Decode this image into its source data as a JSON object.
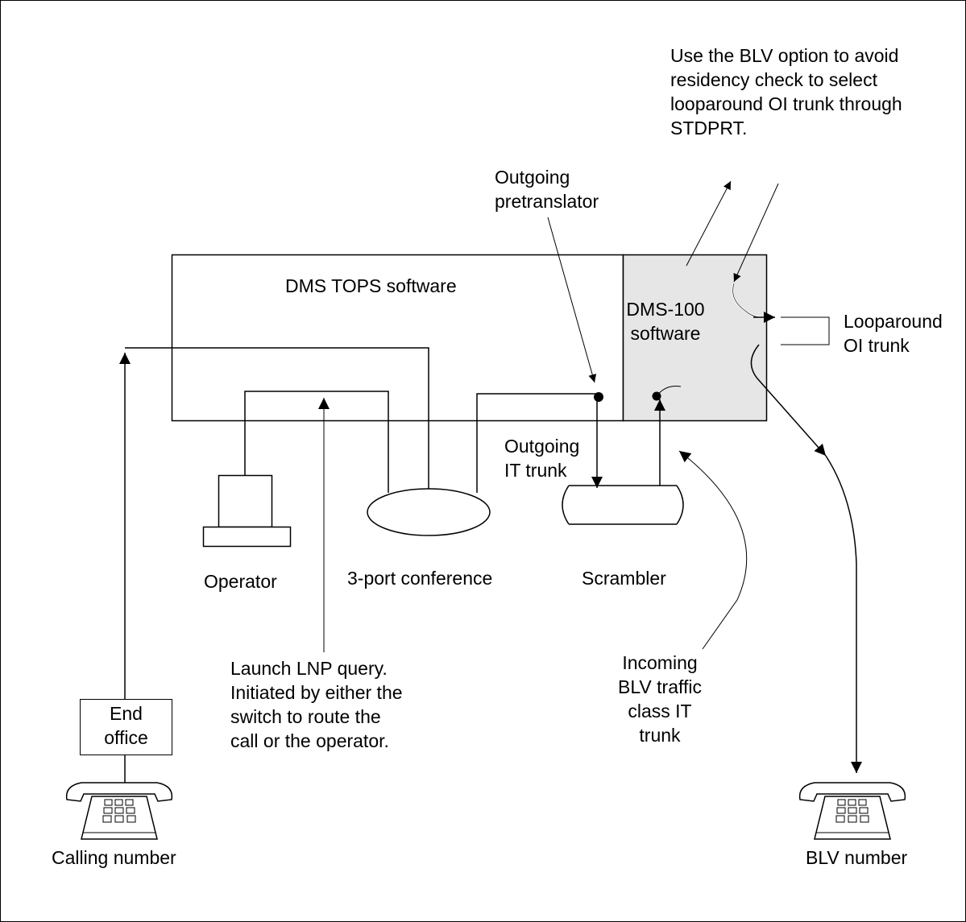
{
  "labels": {
    "blv_note": "Use the BLV option to avoid\nresidency check to select\nlooparound OI trunk through\nSTDPRT.",
    "outgoing_pretranslator": "Outgoing\npretranslator",
    "dms_tops": "DMS TOPS software",
    "dms100": "DMS-100\nsoftware",
    "looparound_oi_trunk": "Looparound\nOI trunk",
    "outgoing_it_trunk": "Outgoing\nIT trunk",
    "operator": "Operator",
    "conference": "3-port conference",
    "scrambler": "Scrambler",
    "lnp_query": "Launch LNP query.\nInitiated by either the\nswitch to route the\ncall or the operator.",
    "incoming_blv": "Incoming\nBLV traffic\nclass IT\ntrunk",
    "end_office": "End\noffice",
    "calling_number": "Calling number",
    "blv_number": "BLV number"
  },
  "colors": {
    "line": "#000000",
    "dms100_fill": "#e6e6e6",
    "background": "#ffffff"
  },
  "icons": [
    "telephone-icon",
    "operator-terminal-icon",
    "conference-bridge-icon",
    "scrambler-icon"
  ]
}
